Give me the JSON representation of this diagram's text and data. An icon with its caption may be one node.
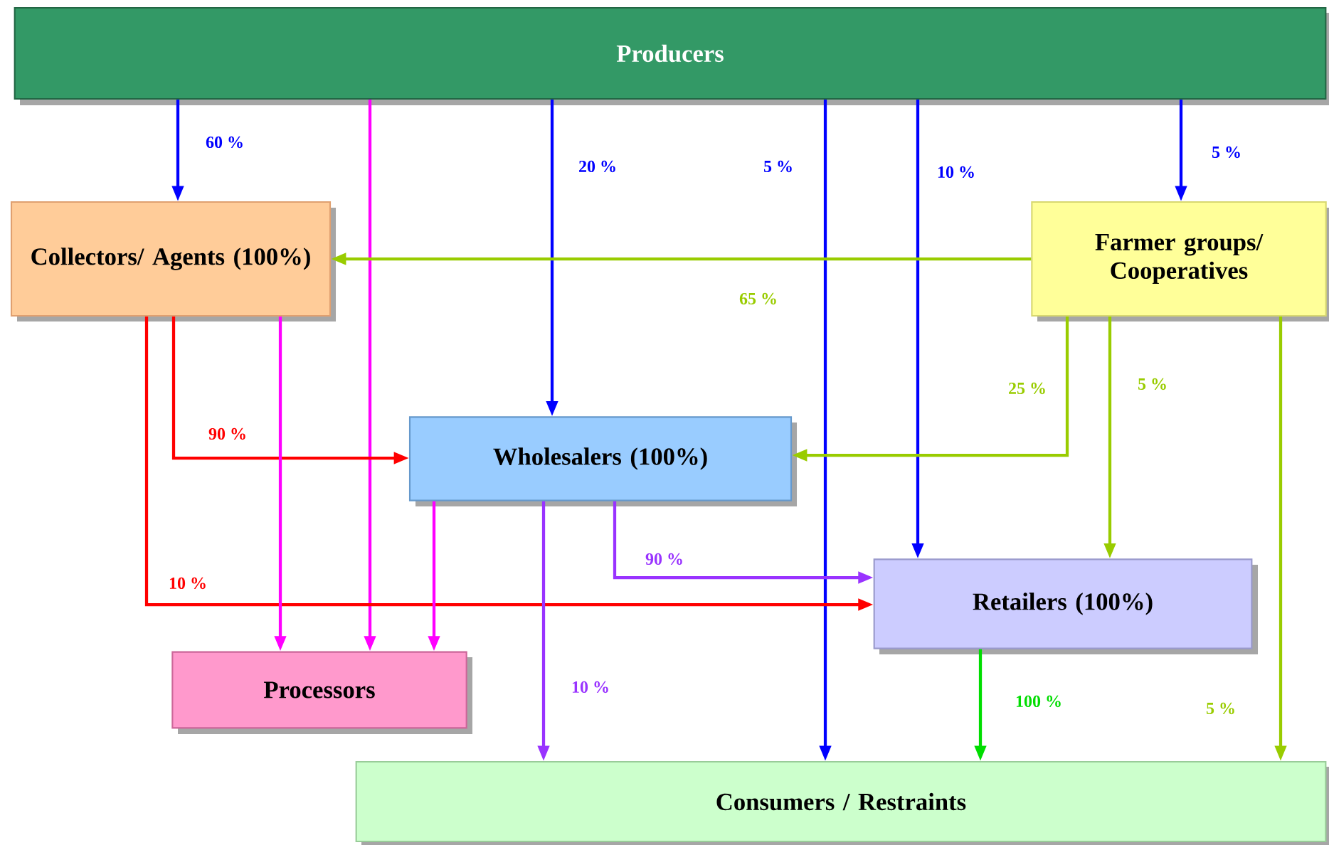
{
  "diagram": {
    "nodes": [
      {
        "text": [
          "Producers"
        ]
      },
      {
        "text": [
          "Collectors/ Agents (100%)"
        ]
      },
      {
        "text": [
          "Farmer groups/ Cooperatives"
        ]
      },
      {
        "text": [
          "Wholesalers (100%)"
        ]
      },
      {
        "text": [
          "Retailers (100%)"
        ]
      },
      {
        "text": [
          "Processors"
        ]
      },
      {
        "text": [
          "Consumers / Restraints"
        ]
      }
    ],
    "edges": [
      {
        "from": 0,
        "to": 1,
        "arrow": "to",
        "label": "60 %"
      },
      {
        "from": 0,
        "to": 5,
        "arrow": "to",
        "color": "#ff00ff"
      },
      {
        "from": 0,
        "to": 3,
        "arrow": "to",
        "label": "20 %"
      },
      {
        "from": 0,
        "to": 6,
        "arrow": "to",
        "label": "5 %"
      },
      {
        "from": 0,
        "to": 4,
        "arrow": "to",
        "label": "10 %"
      },
      {
        "from": 0,
        "to": 2,
        "arrow": "to",
        "label": "5 %"
      },
      {
        "from": 2,
        "to": 1,
        "arrow": "to",
        "label": "65 %",
        "color": "#99cc00"
      },
      {
        "from": 2,
        "to": 3,
        "arrow": "to",
        "label": "25 %",
        "color": "#99cc00"
      },
      {
        "from": 2,
        "to": 4,
        "arrow": "to",
        "label": "5 %",
        "color": "#99cc00"
      },
      {
        "from": 2,
        "to": 6,
        "arrow": "to",
        "label": "5 %",
        "color": "#99cc00"
      },
      {
        "from": 1,
        "to": 3,
        "arrow": "to",
        "label": "90 %",
        "color": "#ff0000"
      },
      {
        "from": 1,
        "to": 4,
        "arrow": "to",
        "label": "10 %",
        "color": "#ff0000"
      },
      {
        "from": 1,
        "to": 5,
        "arrow": "to",
        "color": "#ff00ff"
      },
      {
        "from": 3,
        "to": 5,
        "arrow": "to",
        "color": "#ff00ff"
      },
      {
        "from": 3,
        "to": 4,
        "arrow": "to",
        "label": "90 %",
        "color": "#9933ff"
      },
      {
        "from": 3,
        "to": 6,
        "arrow": "to",
        "label": "10 %",
        "color": "#9933ff"
      },
      {
        "from": 4,
        "to": 6,
        "arrow": "to",
        "label": "100 %",
        "color": "#00dd00"
      }
    ]
  }
}
